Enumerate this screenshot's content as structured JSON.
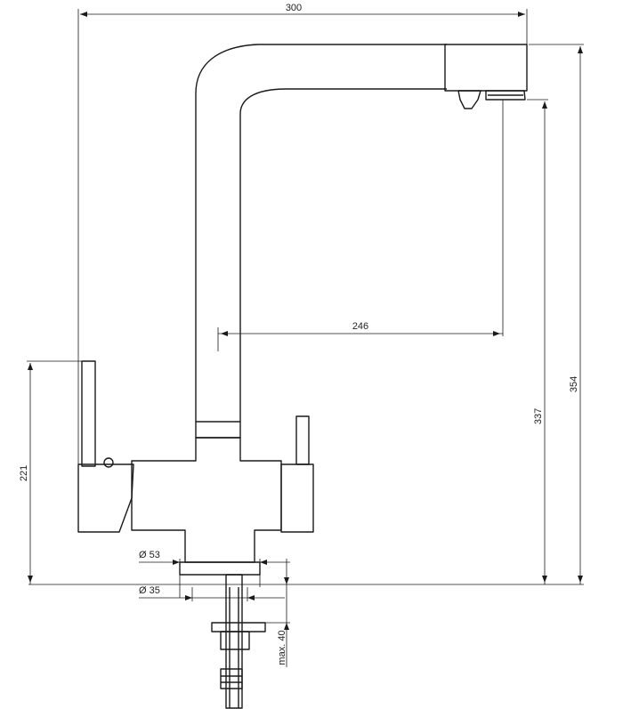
{
  "drawing": {
    "subject": "faucet-technical-drawing",
    "dimensions": {
      "width_total": "300",
      "spout_reach": "246",
      "height_total": "354",
      "height_spout": "337",
      "height_lever": "221",
      "diameter_base": "Ø 53",
      "diameter_shank": "Ø 35",
      "max_thickness": "max. 40"
    },
    "colors": {
      "line": "#1a1a1a",
      "background": "#ffffff"
    }
  }
}
